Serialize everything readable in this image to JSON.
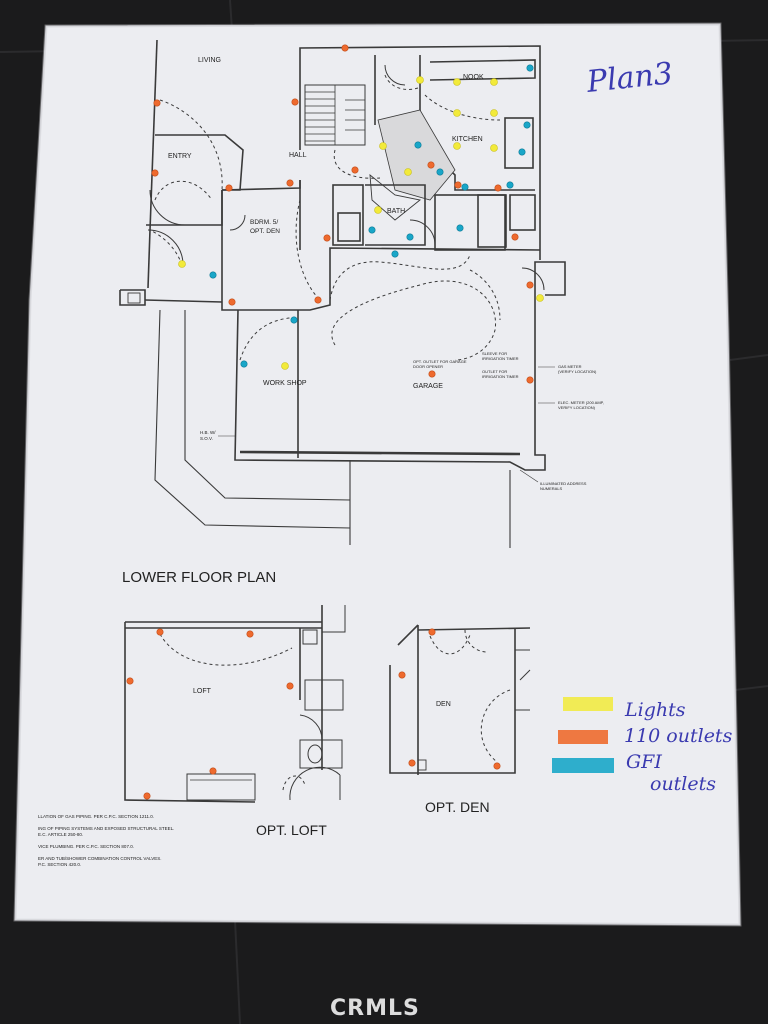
{
  "sheet": {
    "handwritten_title": "Plan3",
    "main_title": "LOWER FLOOR PLAN",
    "loft_title": "OPT. LOFT",
    "den_title": "OPT. DEN"
  },
  "rooms": {
    "living": "LIVING",
    "entry": "ENTRY",
    "hall": "HALL",
    "nook": "NOOK",
    "kitchen": "KITCHEN",
    "bath": "BATH",
    "bdrm_line1": "BDRM. 5/",
    "bdrm_line2": "OPT. DEN",
    "work_shop": "WORK SHOP",
    "garage": "GARAGE",
    "loft": "LOFT",
    "den": "DEN"
  },
  "notes": {
    "gas_meter": "GAS METER",
    "gas_meter_sub": "(VERIFY LOCATION)",
    "elec_meter": "ELEC. METER (200 AMP,",
    "elec_meter_sub": "VERIFY LOCATION)",
    "sleeve": "SLEEVE FOR",
    "sleeve_sub": "IRRIGATION TIMER",
    "outlet_irr": "OUTLET FOR",
    "outlet_irr_sub": "IRRIGATION TIMER",
    "opt_outlet": "OPT. OUTLET FOR GARAGE",
    "opt_outlet_sub": "DOOR OPENER",
    "illuminated": "ILLUMINATED ADDRESS",
    "illuminated_sub": "NUMERALS",
    "hb": "H.B. W/",
    "hb_sub": "S.O.V."
  },
  "footnotes": [
    "LLATION OF GAS PIPING.  PER C.P.C. SECTION 1211.0.",
    "ING OF PIPING SYSTEMS AND EXPOSED STRUCTURAL STEEL.",
    "E.C. ARTICLE 250-80.",
    "VICE PLUMBING.  PER C.P.C. SECTION 807.0.",
    "ER AND TUB/SHOWER COMBINATION CONTROL VALVES.",
    "P.C. SECTION 420.0."
  ],
  "legend": {
    "items": [
      {
        "label": "Lights",
        "color": "#f2ea3a"
      },
      {
        "label": "110 outlets",
        "color": "#ee6a2e"
      },
      {
        "label": "GFI",
        "label2": "outlets",
        "color": "#19a6c8"
      }
    ]
  },
  "watermark": "CRMLS"
}
